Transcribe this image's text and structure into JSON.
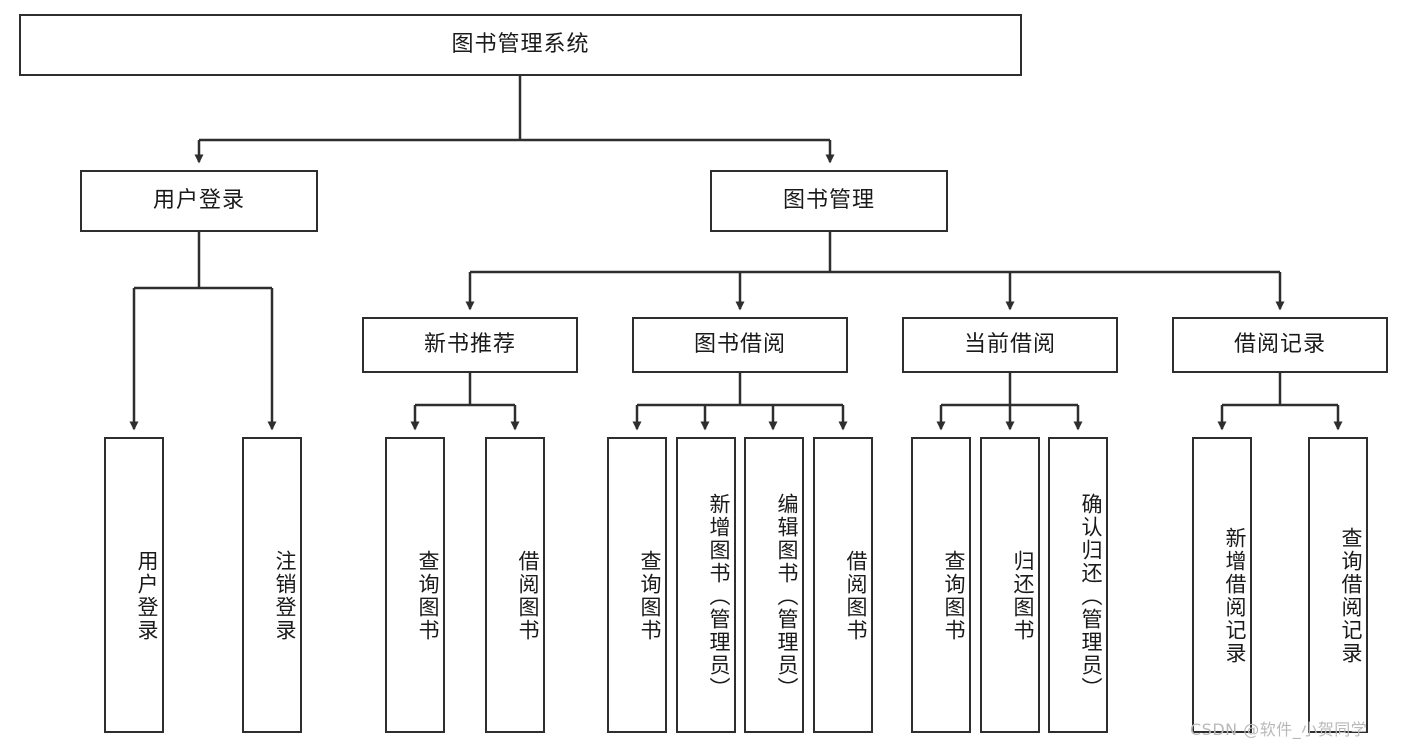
{
  "diagram": {
    "title": "图书管理系统",
    "type": "tree",
    "colors": {
      "stroke": "#2e2e2e",
      "background": "#ffffff",
      "text": "#1a1a1a",
      "watermark": "#b9b9b9"
    },
    "root": {
      "label": "图书管理系统"
    },
    "level2": [
      {
        "label": "用户登录"
      },
      {
        "label": "图书管理"
      }
    ],
    "level3": [
      {
        "label": "新书推荐"
      },
      {
        "label": "图书借阅"
      },
      {
        "label": "当前借阅"
      },
      {
        "label": "借阅记录"
      }
    ],
    "leaves": {
      "user_login": [
        {
          "label": "用户登录"
        },
        {
          "label": "注销登录"
        }
      ],
      "new_book": [
        {
          "label": "查询图书"
        },
        {
          "label": "借阅图书"
        }
      ],
      "borrow": [
        {
          "label": "查询图书"
        },
        {
          "label": "新增图书（管理员）"
        },
        {
          "label": "编辑图书（管理员）"
        },
        {
          "label": "借阅图书"
        }
      ],
      "current": [
        {
          "label": "查询图书"
        },
        {
          "label": "归还图书"
        },
        {
          "label": "确认归还（管理员）"
        }
      ],
      "records": [
        {
          "label": "新增借阅记录"
        },
        {
          "label": "查询借阅记录"
        }
      ]
    }
  },
  "watermark": {
    "text": "CSDN @软件_小贺同学"
  }
}
